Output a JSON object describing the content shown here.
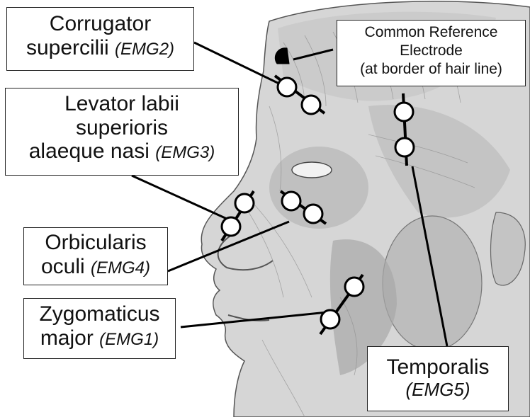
{
  "labels": {
    "corrugator": {
      "line1": "Corrugator",
      "line2": "supercilii",
      "code": "(EMG2)"
    },
    "levator": {
      "line1": "Levator labii",
      "line2": "superioris",
      "line3": "alaeque nasi",
      "code": "(EMG3)"
    },
    "orbicularis": {
      "line1": "Orbicularis",
      "line2": "oculi",
      "code": "(EMG4)"
    },
    "zygomaticus": {
      "line1": "Zygomaticus",
      "line2": "major",
      "code": "(EMG1)"
    },
    "reference": {
      "line1": "Common Reference",
      "line2": "Electrode",
      "line3": "(at border of hair line)"
    },
    "temporalis": {
      "line1": "Temporalis",
      "code": "(EMG5)"
    }
  },
  "colors": {
    "skin_fill": "#d6d6d6",
    "muscle_shade": "#9a9a9a",
    "gland_fill": "#bdbdbd",
    "electrode_fill": "#ffffff",
    "reference_fill": "#000000",
    "line": "#000000"
  }
}
